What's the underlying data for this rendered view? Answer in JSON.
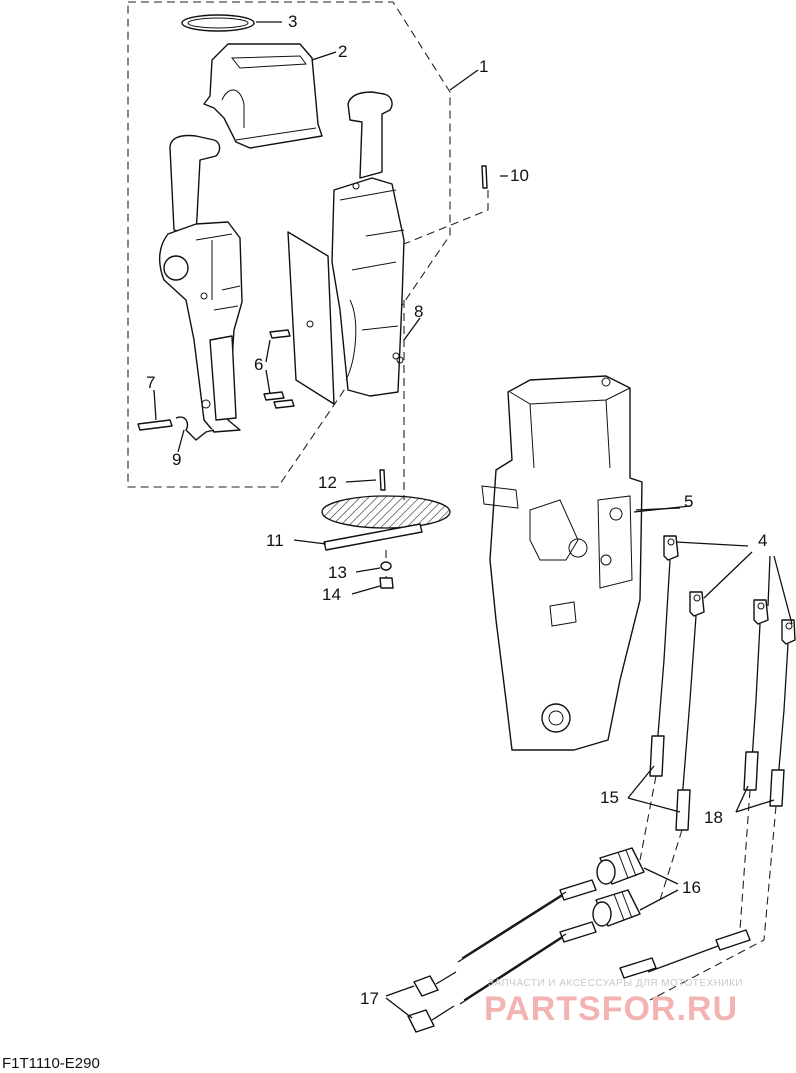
{
  "diagram": {
    "code": "F1T1110-E290",
    "callouts": [
      "1",
      "2",
      "3",
      "4",
      "5",
      "6",
      "7",
      "8",
      "9",
      "10",
      "11",
      "12",
      "13",
      "14",
      "15",
      "16",
      "17",
      "18"
    ]
  },
  "watermark": {
    "tagline": "ЗАПЧАСТИ И АКСЕССУАРЫ ДЛЯ МОТОТЕХНИКИ",
    "brand": "PARTSFOR.RU"
  }
}
